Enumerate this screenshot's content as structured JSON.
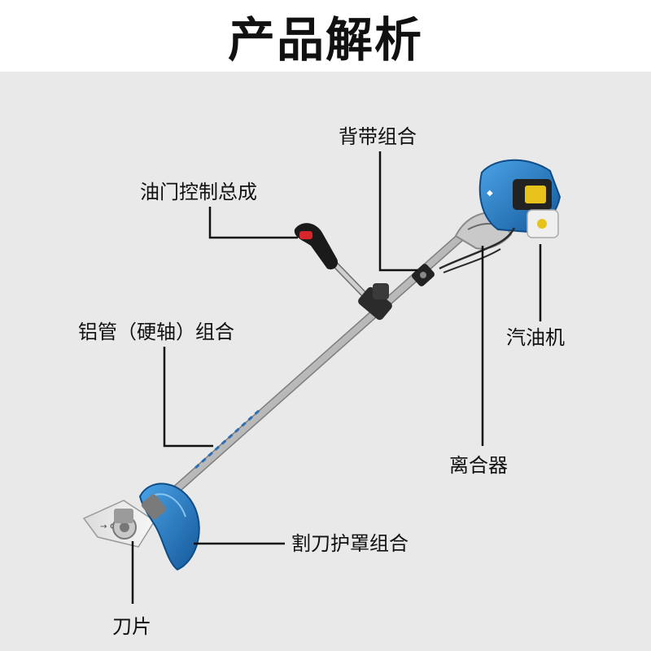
{
  "title": "产品解析",
  "labels": {
    "backstrap": "背带组合",
    "throttle": "油门控制总成",
    "tube": "铝管（硬轴）组合",
    "engine": "汽油机",
    "clutch": "离合器",
    "guard": "割刀护罩组合",
    "blade": "刀片"
  },
  "colors": {
    "background": "#e9e9e9",
    "accent_blue": "#1f6fb5",
    "leader_line": "#111111"
  }
}
